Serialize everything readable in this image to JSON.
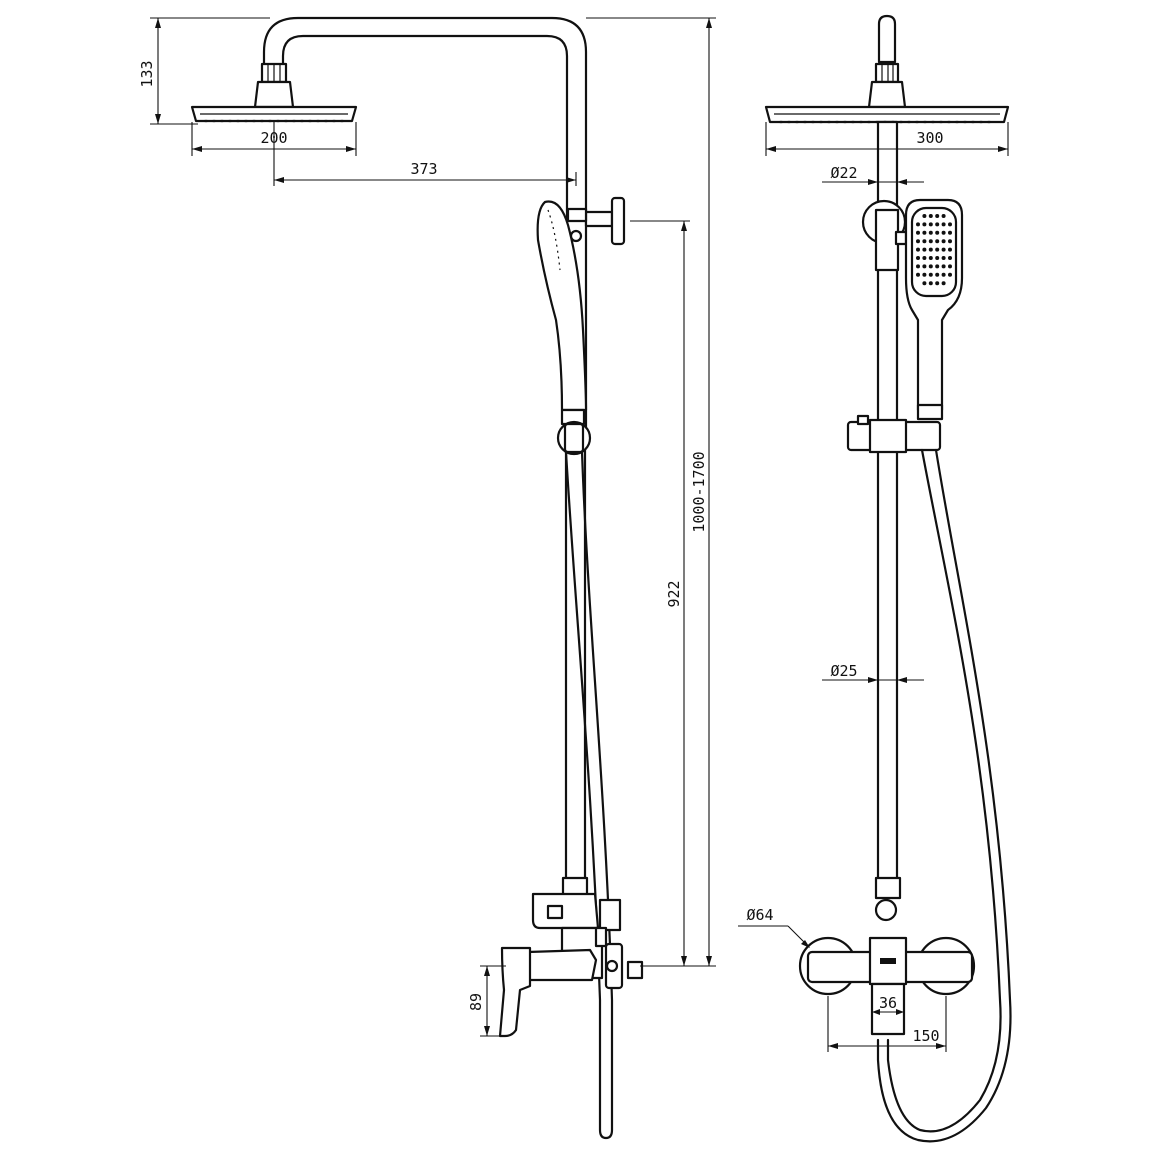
{
  "dimensions": {
    "head_height": "133",
    "head_width_side": "200",
    "arm_reach": "373",
    "total_height": "1000-1700",
    "mixer_to_holder": "922",
    "lever_height": "89",
    "head_width_front": "300",
    "pipe_upper_dia": "Ø22",
    "pipe_lower_dia": "Ø25",
    "wall_flange_dia": "Ø64",
    "spout_width": "36",
    "mixer_centers": "150"
  }
}
